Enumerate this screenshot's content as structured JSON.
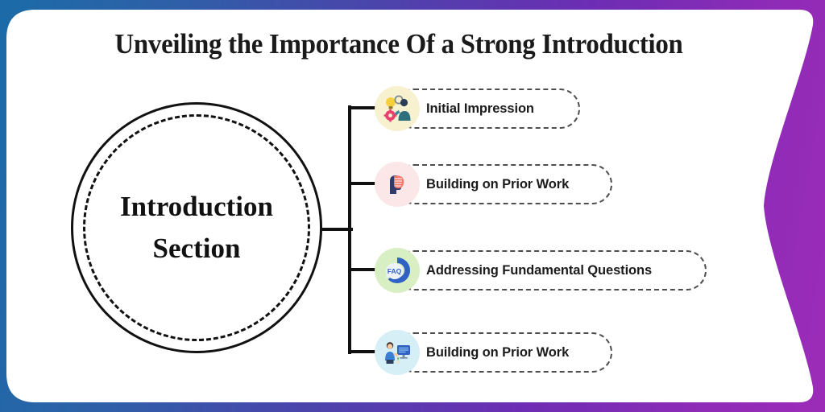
{
  "page": {
    "title": "Unveiling the Importance Of a Strong Introduction",
    "background_gradient_from": "#1b6ba8",
    "background_gradient_to": "#9c2cb8",
    "card_background": "#ffffff"
  },
  "hub": {
    "name": "central-node",
    "line1": "Introduction",
    "line2": "Section",
    "outline_color": "#111111",
    "style": "solid-outer-ring-dashed-inner-ring"
  },
  "branches": [
    {
      "label": "Initial Impression",
      "icon": "lightbulb-gear-person-icon",
      "badge_color": "#f7f1cf",
      "accent_color": "#2e6f7e"
    },
    {
      "label": "Building on Prior Work",
      "icon": "head-profile-document-icon",
      "badge_color": "#fbe6e8",
      "accent_color": "#f4796b"
    },
    {
      "label": "Addressing Fundamental Questions",
      "icon": "faq-speech-bubble-icon",
      "badge_color": "#d8efc3",
      "accent_color": "#2f62c4"
    },
    {
      "label": "Building on Prior Work",
      "icon": "person-at-monitor-icon",
      "badge_color": "#d6eef6",
      "accent_color": "#3a7fd5"
    }
  ]
}
